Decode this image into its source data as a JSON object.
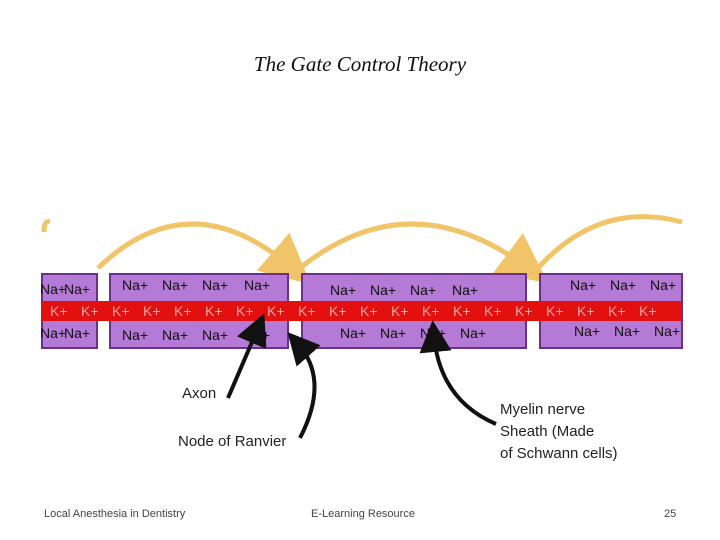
{
  "slide": {
    "title": "The Gate Control Theory",
    "footer_left": "Local  Anesthesia in Dentistry",
    "footer_center": "E-Learning Resource",
    "page_number": "25"
  },
  "diagram": {
    "ion_top": "Na+",
    "ion_bottom": "Na+",
    "ion_axon": "K+",
    "label_axon": "Axon",
    "label_node": "Node of Ranvier",
    "label_myelin_line1": "Myelin nerve",
    "label_myelin_line2": "Sheath (Made",
    "label_myelin_line3": "of Schwann cells)",
    "colors": {
      "sheath": "#b57ad6",
      "sheath_border": "#6c2f8c",
      "axon": "#e31010",
      "arc": "#f2c46a",
      "arrow": "#111111"
    }
  }
}
